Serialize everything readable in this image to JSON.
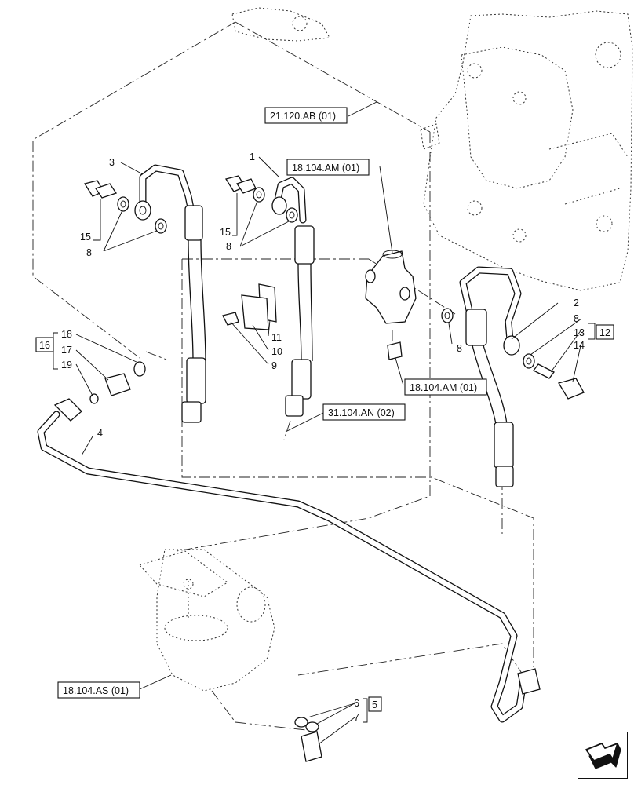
{
  "callouts": {
    "c1": "1",
    "c2": "2",
    "c3": "3",
    "c4": "4",
    "c5": "5",
    "c6": "6",
    "c7": "7",
    "c8a": "8",
    "c8b": "8",
    "c8c": "8",
    "c8d": "8",
    "c9": "9",
    "c10": "10",
    "c11": "11",
    "c12": "12",
    "c13": "13",
    "c14": "14",
    "c15a": "15",
    "c15b": "15",
    "c16": "16",
    "c17": "17",
    "c18": "18",
    "c19": "19"
  },
  "refs": {
    "r_21_120_ab": "21.120.AB (01)",
    "r_18_104_am_top": "18.104.AM (01)",
    "r_18_104_am_mid": "18.104.AM (01)",
    "r_31_104_an": "31.104.AN (02)",
    "r_18_104_as": "18.104.AS (01)"
  },
  "icons": {
    "nav": "next-page-arrow-icon"
  }
}
